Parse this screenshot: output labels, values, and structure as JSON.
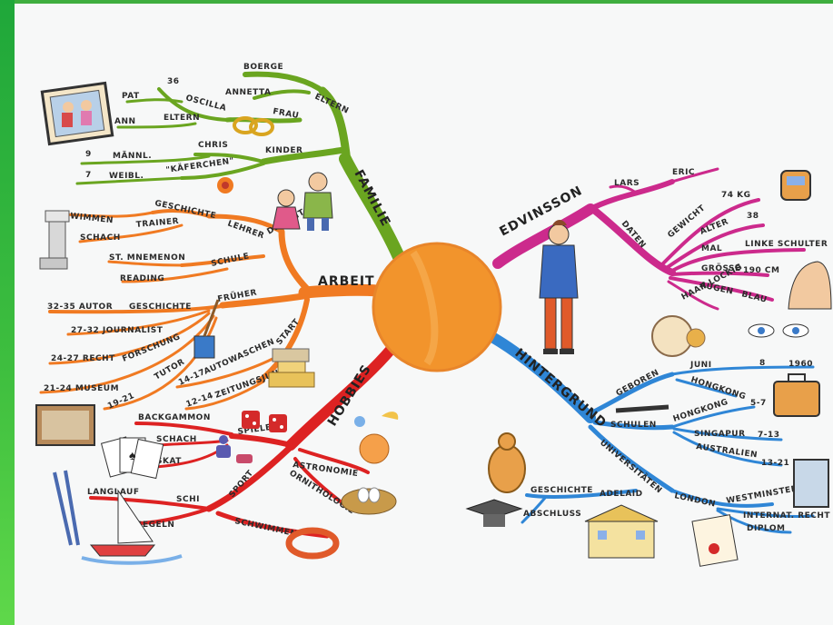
{
  "branches": {
    "familie": {
      "title": "FAMILIE",
      "color": "#6aa520",
      "labels": {
        "eltern_top": "ELTERN",
        "boerge": "BOERGE",
        "annetta": "ANNETTA",
        "frau": "FRAU",
        "num_36": "36",
        "oscilla": "OSCILLA",
        "pat": "PAT",
        "ann": "ANN",
        "eltern": "ELTERN",
        "kinder": "KINDER",
        "chris": "CHRIS",
        "num_9": "9",
        "maennl": "MÄNNL.",
        "num_7": "7",
        "weibl": "WEIBL.",
        "kaeferchen": "\"KÄFERCHEN\""
      }
    },
    "arbeit": {
      "title": "ARBEIT",
      "color": "#f07a22",
      "labels": {
        "schwimmen": "SCHWIMMEN",
        "trainer": "TRAINER",
        "schach": "SCHACH",
        "geschichte": "GESCHICHTE",
        "lehrer": "LEHRER",
        "derzeit": "DERZEIT",
        "st_mnemenon": "ST. MNEMENON",
        "schule": "SCHULE",
        "reading": "READING",
        "frueher": "FRÜHER",
        "autor_years": "32-35 AUTOR",
        "autor_geschichte": "GESCHICHTE",
        "journalist": "27-32 JOURNALIST",
        "recht": "24-27 RECHT",
        "forschung": "FORSCHUNG",
        "museum": "21-24 MUSEUM",
        "tutor": "TUTOR",
        "tutor_years": "19-21",
        "autowaschen_years": "14-17",
        "autowaschen": "AUTOWASCHEN",
        "start": "START",
        "zeitungsjunge_years": "12-14",
        "zeitungsjunge": "ZEITUNGSJUNGE"
      }
    },
    "hobbies": {
      "title": "HOBBIES",
      "color": "#dd2222",
      "labels": {
        "backgammon": "BACKGAMMON",
        "schach": "SCHACH",
        "skat": "SKAT",
        "spiele": "SPIELE",
        "astronomie": "ASTRONOMIE",
        "ornithologie": "ORNITHOLOGIE",
        "sport": "SPORT",
        "langlauf": "LANGLAUF",
        "schi": "SCHI",
        "segeln": "SEGELN",
        "schwimmen": "SCHWIMMEN"
      }
    },
    "edvinsson": {
      "title": "EDVINSSON",
      "color": "#cc2a8c",
      "labels": {
        "lars": "LARS",
        "eric": "ERIC",
        "daten": "DATEN",
        "gewicht": "GEWICHT",
        "gewicht_val": "74 KG",
        "alter": "ALTER",
        "alter_val": "38",
        "mal": "MAL",
        "mal_val": "LINKE SCHULTER",
        "groesse": "GRÖSSE",
        "groesse_val": "190 CM",
        "augen": "AUGEN",
        "augen_val": "BLAU",
        "haar": "HAAR LOCKIG"
      }
    },
    "hintergrund": {
      "title": "HINTERGRUND",
      "color": "#2f86d6",
      "labels": {
        "geboren": "GEBOREN",
        "juni": "JUNI",
        "juni_day": "8",
        "year": "1960",
        "hongkong1": "HONGKONG",
        "schulen": "SCHULEN",
        "hongkong2": "HONGKONG",
        "hk_years": "5-7",
        "singapur": "SINGAPUR",
        "singapur_years": "7-13",
        "australien": "AUSTRALIEN",
        "australien_years": "13-21",
        "universitaeten": "UNIVERSITÄTEN",
        "geschichte": "GESCHICHTE",
        "adelaid": "ADELAID",
        "abschluss": "ABSCHLUSS",
        "london": "LONDON",
        "westminster": "WESTMINSTER",
        "internat_recht": "INTERNAT. RECHT",
        "diplom": "DIPLOM"
      }
    }
  },
  "center": {
    "color": "#f2942c"
  },
  "icons": [
    "family-portrait-icon",
    "wedding-rings-icon",
    "sun-flower-icon",
    "children-icon",
    "chess-rook-icon",
    "paint-brush-icon",
    "gold-bars-icon",
    "museum-painting-icon",
    "dice-icon",
    "playing-cards-icon",
    "chess-pawn-icon",
    "planets-icon",
    "bird-nest-icon",
    "skis-icon",
    "sailboat-icon",
    "swim-ring-icon",
    "man-portrait-icon",
    "scale-icon",
    "shoulder-icon",
    "eyes-icon",
    "curly-hair-icon",
    "suitcase-icon",
    "pen-icon",
    "money-sack-icon",
    "graduation-cap-icon",
    "school-building-icon",
    "diploma-icon",
    "certificate-icon"
  ]
}
